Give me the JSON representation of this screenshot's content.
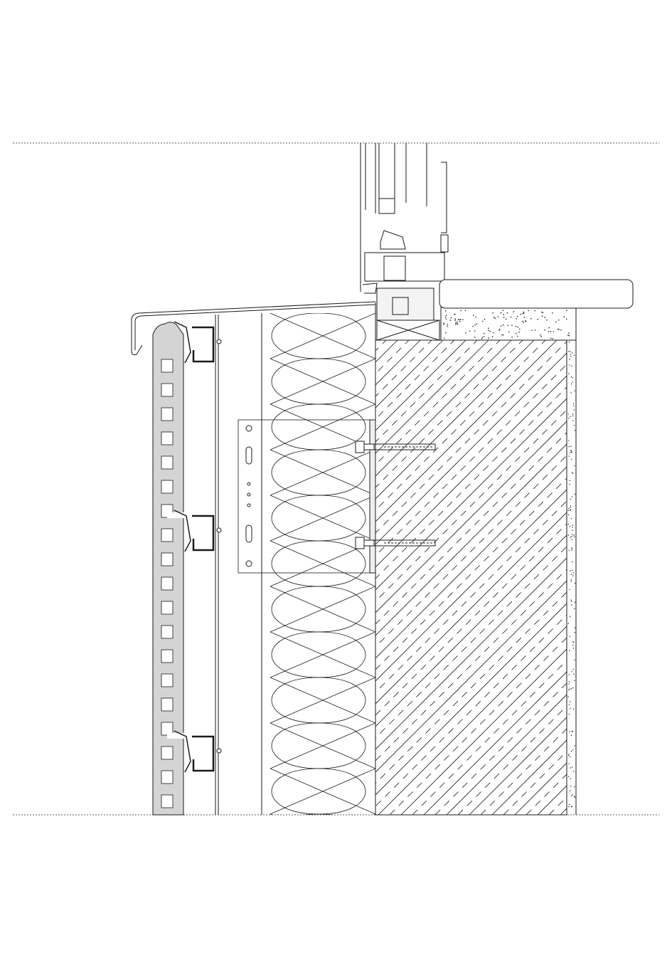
{
  "drawing": {
    "type": "construction-section-detail",
    "components": [
      "window-frame",
      "window-sill-board",
      "sill-flashing",
      "facade-cladding-panel",
      "cladding-rail-clips",
      "subframe",
      "mineral-wool-insulation",
      "bracket",
      "anchors",
      "concrete-wall",
      "screed",
      "interior-plaster"
    ],
    "colors": {
      "line": "#1a1a1a",
      "cladding_fill": "#d4d4d4",
      "background": "#ffffff"
    }
  }
}
